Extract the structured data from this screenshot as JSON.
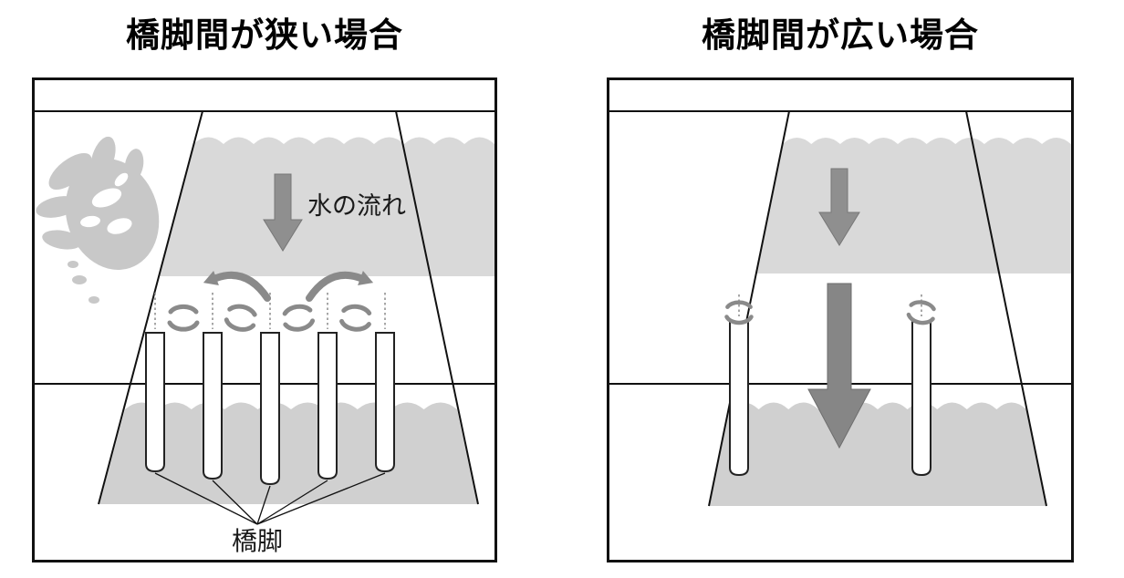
{
  "figure": {
    "left_panel": {
      "title": "橋脚間が狭い場合",
      "labels": {
        "water_flow": "水の流れ",
        "bridge_pier": "橋脚"
      },
      "pier_count": 5,
      "vortex_count": 4
    },
    "right_panel": {
      "title": "橋脚間が広い場合",
      "pier_count": 2,
      "vortex_count": 2
    },
    "colors": {
      "outline": "#111111",
      "upstream_water": "#d9d9d9",
      "downstream_water": "#d0d0d0",
      "arrow_gray": "#8f8f8f",
      "big_arrow_gray": "#868686",
      "vortex_gray": "#8a8a8a",
      "splash_gray": "#c8c8c8"
    }
  }
}
